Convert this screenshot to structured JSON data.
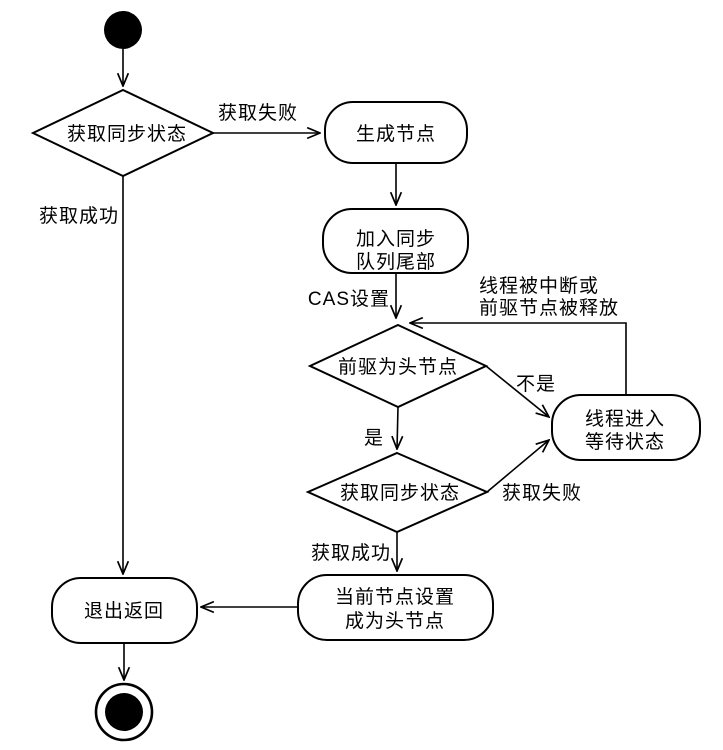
{
  "diagram": {
    "type": "uml-activity-flowchart",
    "colors": {
      "stroke": "#000000",
      "background": "#ffffff",
      "text": "#000000"
    },
    "nodes": {
      "decision_acquire_state_1": {
        "label": "获取同步状态"
      },
      "generate_node": {
        "label": "生成节点"
      },
      "enqueue": {
        "line1": "加入同步",
        "line2": "队列尾部"
      },
      "decision_pred_is_head": {
        "label": "前驱为头节点"
      },
      "thread_wait": {
        "line1": "线程进入",
        "line2": "等待状态"
      },
      "decision_acquire_state_2": {
        "label": "获取同步状态"
      },
      "set_head": {
        "line1": "当前节点设置",
        "line2": "成为头节点"
      },
      "exit_return": {
        "label": "退出返回"
      }
    },
    "edge_labels": {
      "acquire_fail_top": "获取失败",
      "acquire_success_left": "获取成功",
      "cas_set": "CAS设置",
      "interrupted_line1": "线程被中断或",
      "interrupted_line2": "前驱节点被释放",
      "not_head": "不是",
      "is_head": "是",
      "acquire_fail_mid": "获取失败",
      "acquire_success_mid": "获取成功"
    }
  }
}
